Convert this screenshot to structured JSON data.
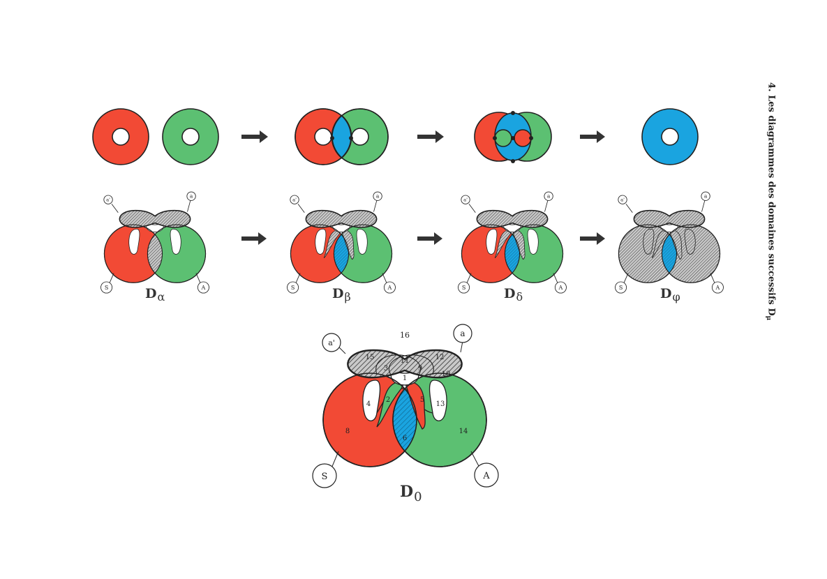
{
  "title": {
    "text": "4. Les diagrammes des domaines successifs D",
    "subscript": "μ"
  },
  "diagrams": [
    {
      "symbol": "D",
      "subscript": "α"
    },
    {
      "symbol": "D",
      "subscript": "β"
    },
    {
      "symbol": "D",
      "subscript": "δ"
    },
    {
      "symbol": "D",
      "subscript": "φ"
    }
  ],
  "main_diagram": {
    "symbol": "D",
    "subscript": "0",
    "outer_label": "16",
    "circle_labels": {
      "S": "S",
      "A": "A",
      "a_prime": "a'",
      "a": "a"
    },
    "regions": [
      "1",
      "2",
      "3",
      "4",
      "5",
      "6",
      "8",
      "9",
      "10",
      "11",
      "12",
      "13",
      "14",
      "15"
    ]
  },
  "small_labels": {
    "S": "S",
    "A": "A",
    "a_prime": "a'",
    "a": "a"
  },
  "colors": {
    "red": "#f24a35",
    "green": "#5cc072",
    "blue": "#1aa4e0",
    "gray": "#8d8d8d",
    "stroke": "#222222"
  }
}
